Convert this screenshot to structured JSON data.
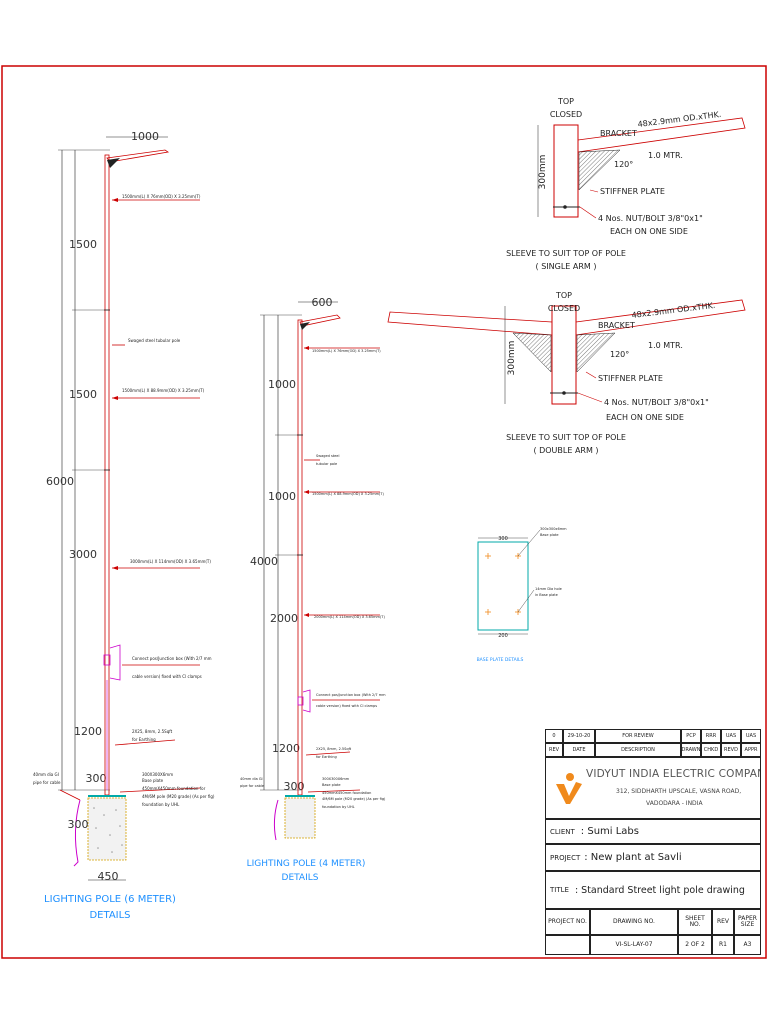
{
  "colors": {
    "frame": "#cc0000",
    "pole": "#cc0000",
    "dim": "#222222",
    "leader": "#cc0000",
    "title": "#1e90ff",
    "conduit": "#cc00cc",
    "base": "#00aaaa",
    "foundation": "#d4a000",
    "logo": "#f08a1c"
  },
  "pole6": {
    "arm_length": "1000",
    "seg1": "1500",
    "seg2": "1500",
    "seg3": "3000",
    "total": "6000",
    "base": "1200",
    "base2": "300",
    "pit_depth": "300",
    "pit_width": "450",
    "notes": {
      "n1": "1500mm(L) X 76mm(OD) X 3.25mm(T)",
      "n2": "Swaged steel tubular pole",
      "n3": "1500mm(L) X 88.9mm(OD) X 3.25mm(T)",
      "n4": "3000mm(L) X 114mm(OD) X 3.65mm(T)",
      "n5": "Connect pos/Junction box (With 2/7 mm",
      "n6": "cable version) fixed with Cl clamps",
      "n7": "2X25, 8mm, 2.5Sqft",
      "n8": "for Earthing",
      "n9": "300X300X6mm",
      "n10": "Base plate",
      "n11": "450mmX450mm foundation for",
      "n12": "4M/6M pole (M20 grade) (As per fig)",
      "n13": "foundation by UHL",
      "n14": "40mm dia GI",
      "n15": "pipe for cable"
    },
    "title_line1": "LIGHTING POLE (6 METER)",
    "title_line2": "DETAILS"
  },
  "pole4": {
    "arm_length": "600",
    "seg1": "1000",
    "seg2": "1000",
    "seg3": "2000",
    "total": "4000",
    "base": "1200",
    "base2": "300",
    "notes": {
      "n1": "1500mm(L) X 76mm(OD) X 3.25mm(T)",
      "n2": "Swaged steel",
      "n3": "tubular pole",
      "n4": "1500mm(L) X 88.9mm(OD) X 3.25mm(T)",
      "n5": "2000mm(L) X 114mm(OD) X 3.65mm(T)",
      "n6": "Connect pos/Junction box (With 2/7 mm",
      "n7": "cable version) fixed with Cl clamps",
      "n8": "2X25, 8mm, 2.5Sqft",
      "n9": "for Earthing",
      "n10": "300X300X6mm",
      "n11": "Base plate",
      "n12": "450mmX450mm foundation",
      "n13": "4M/6M pole (M20 grade) (As per fig)",
      "n14": "foundation by UHL",
      "n15": "40mm dia GI",
      "n16": "pipe for cable"
    },
    "title_line1": "LIGHTING POLE (4 METER)",
    "title_line2": "DETAILS"
  },
  "sleeve_single": {
    "top": "TOP",
    "closed": "CLOSED",
    "bracket": "BRACKET",
    "spec": "48x2.9mm OD.xTHK.",
    "length": "1.0 MTR.",
    "angle": "120°",
    "height": "300mm",
    "stiffener": "STIFFNER PLATE",
    "bolt": "4 Nos. NUT/BOLT 3/8\"0x1\"",
    "each": "EACH ON ONE SIDE",
    "caption1": "SLEEVE TO SUIT TOP OF POLE",
    "caption2": "( SINGLE    ARM )"
  },
  "sleeve_double": {
    "top": "TOP",
    "closed": "CLOSED",
    "bracket": "BRACKET",
    "spec": "48x2.9mm OD.xTHK.",
    "length": "1.0 MTR.",
    "angle": "120°",
    "height": "300mm",
    "stiffener": "STIFFNER PLATE",
    "bolt": "4 Nos. NUT/BOLT 3/8\"0x1\"",
    "each": "EACH ON ONE SIDE",
    "caption1": "SLEEVE TO SUIT TOP OF POLE",
    "caption2": "( DOUBLE    ARM )"
  },
  "base_plate": {
    "dim_top": "300",
    "dim_bottom": "200",
    "note1": "300x300x6mm",
    "note2": "Base plate",
    "note3": "14mm Dia hole",
    "note4": "in Base plate",
    "caption": "BASE PLATE DETAILS"
  },
  "title_block": {
    "rev_row": [
      "0",
      "29-10-20",
      "FOR REVIEW",
      "PCP",
      "RRR",
      "UAS",
      "UAS"
    ],
    "header_row": [
      "REV",
      "DATE",
      "DESCRIPTION",
      "DRAWN",
      "CHKD",
      "REVD",
      "APPR"
    ],
    "company": "VIDYUT INDIA ELECTRIC COMPANY",
    "address1": "312, SIDDHARTH UPSCALE, VASNA ROAD,",
    "address2": "VADODARA - INDIA",
    "client_label": "CLIENT",
    "client_value": ": Sumi Labs",
    "project_label": "PROJECT",
    "project_value": ": New plant at Savli",
    "title_label": "TITLE",
    "title_value": ": Standard Street light pole drawing",
    "footer_headers": [
      "PROJECT NO.",
      "DRAWING NO.",
      "SHEET NO.",
      "REV",
      "PAPER SIZE"
    ],
    "footer_values": [
      "",
      "VI-SL-LAY-07",
      "2 OF 2",
      "R1",
      "A3"
    ]
  }
}
